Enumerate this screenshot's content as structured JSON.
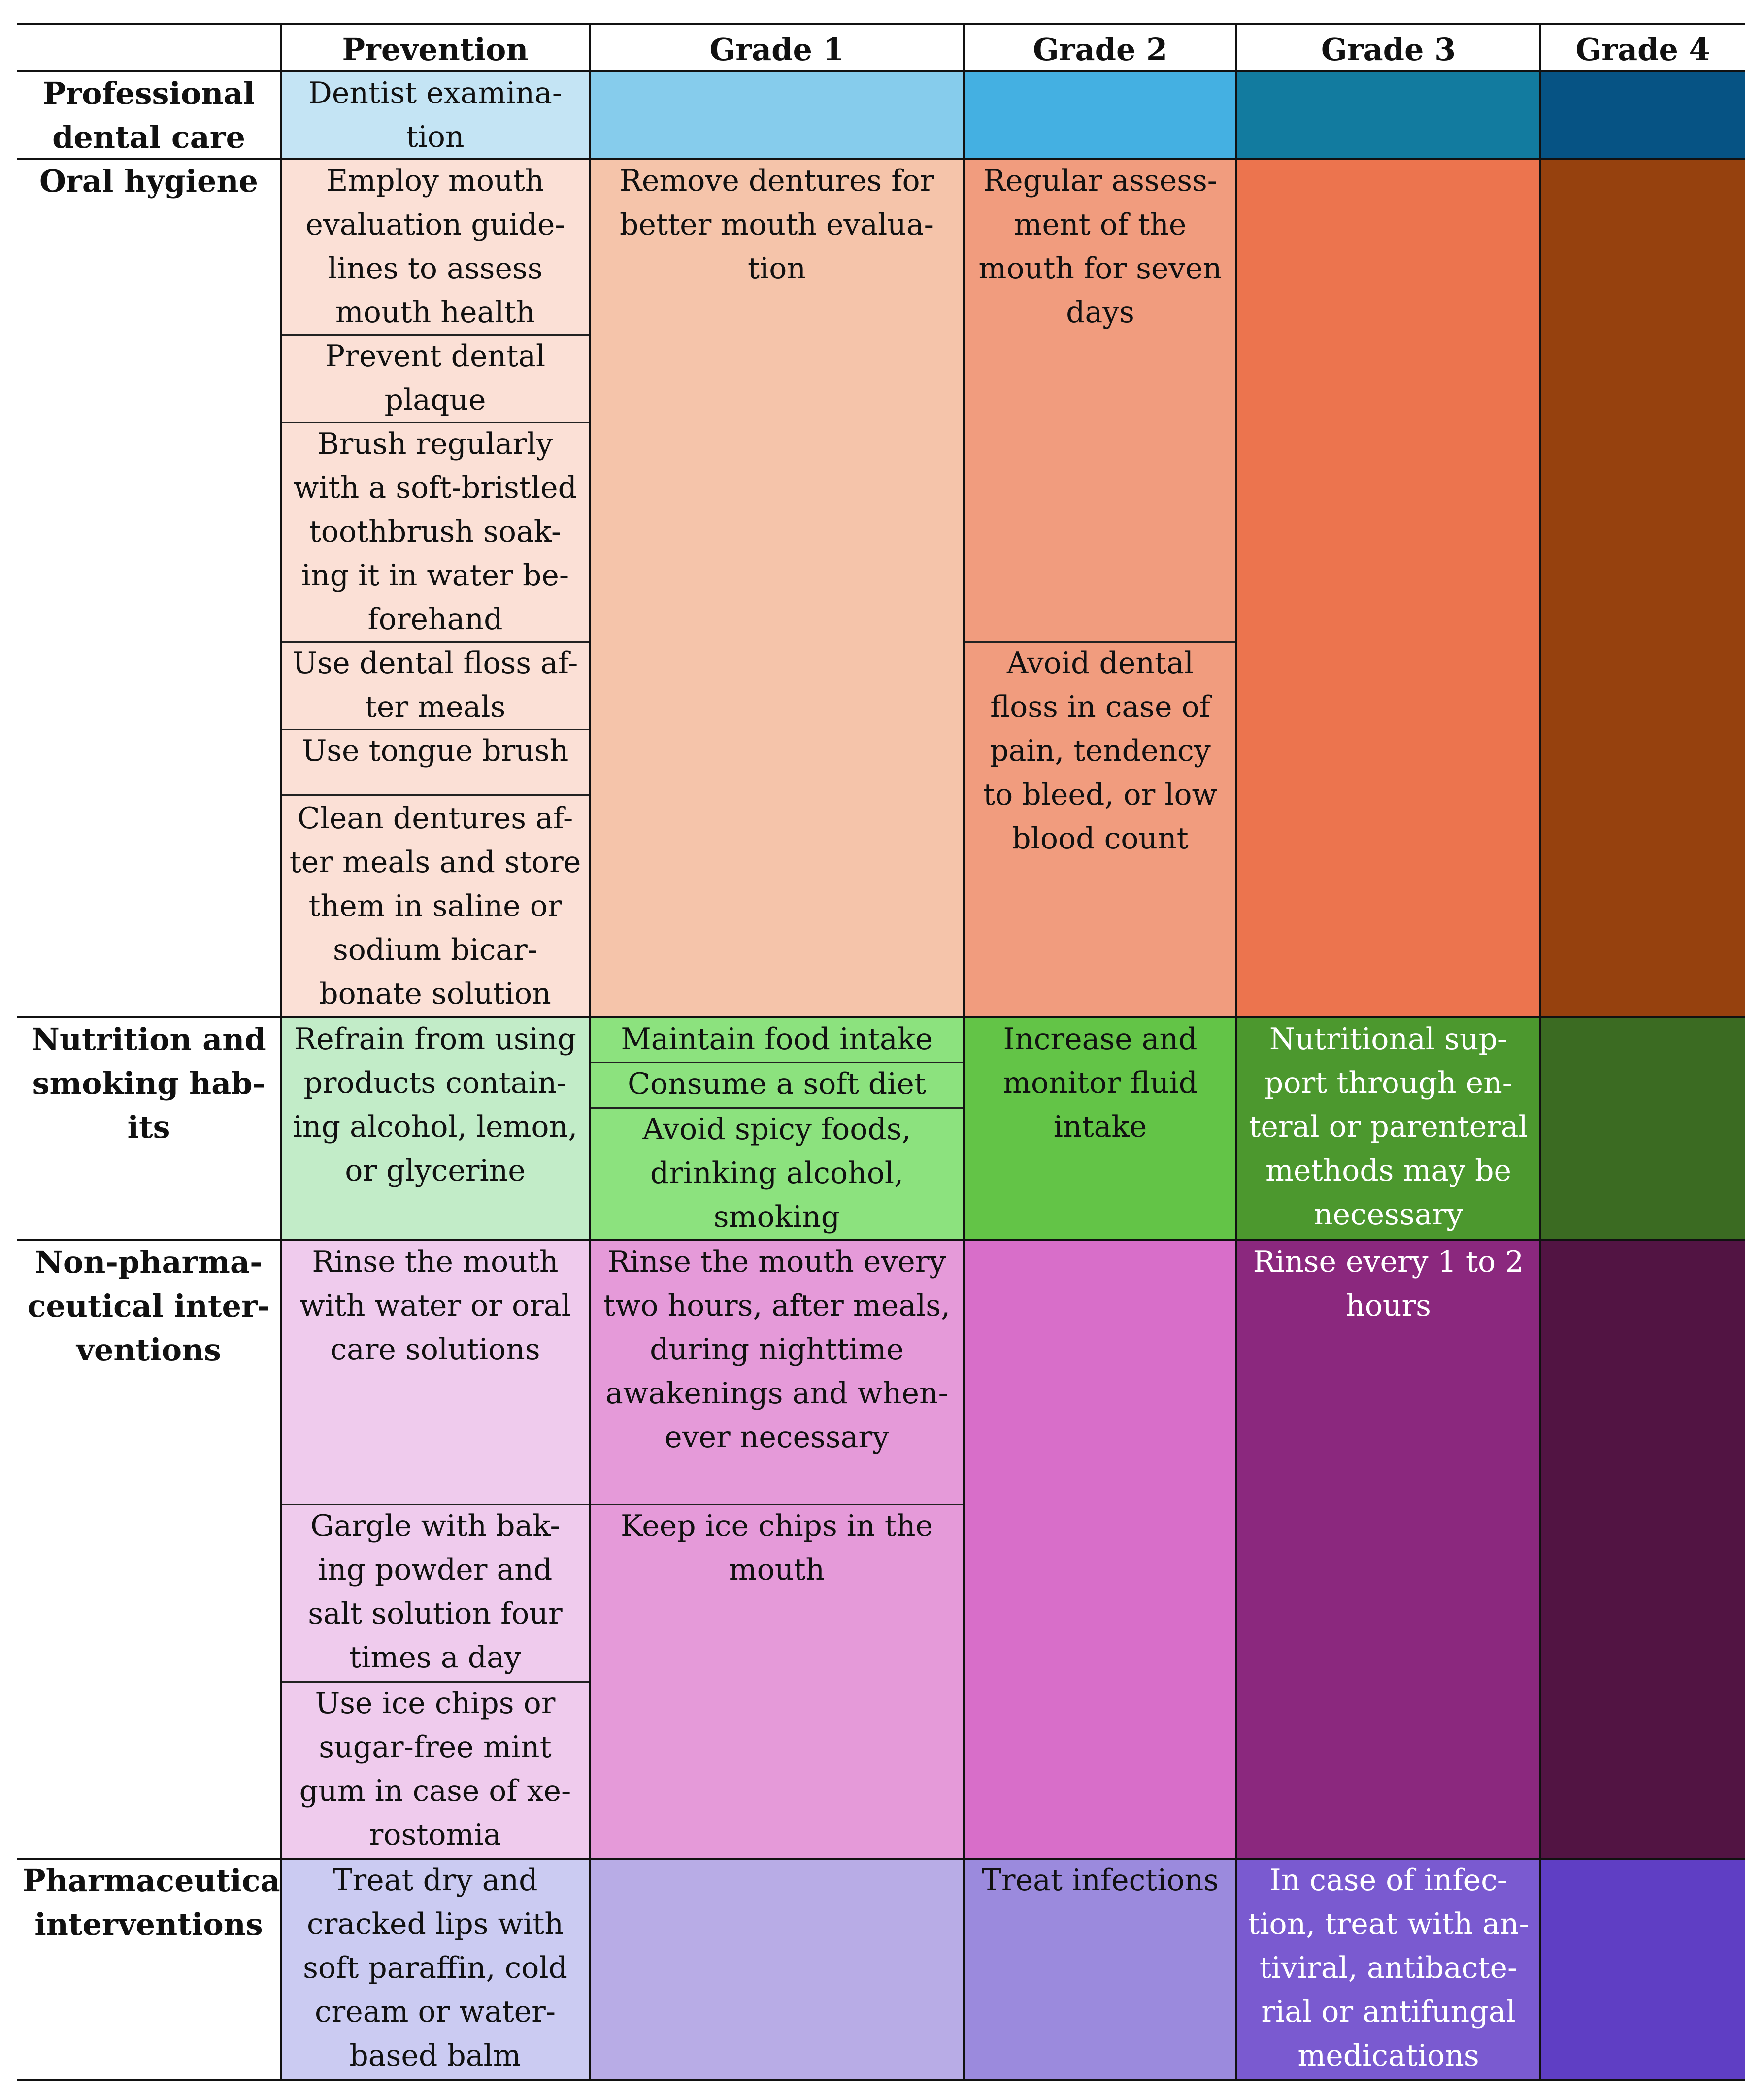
{
  "table": {
    "header": {
      "prevention": "Prevention",
      "grade1": "Grade 1",
      "grade2": "Grade 2",
      "grade3": "Grade 3",
      "grade4": "Grade 4"
    },
    "rows": {
      "professional": {
        "label": "Professional dental care",
        "prevention": "Dentist examina-\ntion"
      },
      "oral": {
        "label": "Oral hygiene",
        "prevention": [
          "Employ mouth\nevaluation guide-\nlines to assess\nmouth health",
          "Prevent dental\nplaque",
          "Brush regularly\nwith a soft-bristled\ntoothbrush soak-\ning it in water be-\nforehand",
          "Use dental floss af-\nter meals",
          "Use tongue brush",
          "Clean dentures af-\nter meals and store\nthem in saline or\nsodium bicar-\nbonate solution"
        ],
        "grade1": "Remove dentures for\nbetter mouth evalua-\ntion",
        "grade2": [
          "Regular assess-\nment of the\nmouth for seven\ndays",
          "Avoid dental\nfloss in case of\npain, tendency\nto bleed, or low\nblood count"
        ]
      },
      "nutrition": {
        "label": "Nutrition and\nsmoking hab-\nits",
        "prevention": "Refrain from using\nproducts contain-\ning alcohol, lemon,\nor glycerine",
        "grade1": [
          "Maintain food intake",
          "Consume a soft diet",
          "Avoid spicy foods,\ndrinking alcohol,\nsmoking"
        ],
        "grade2": "Increase and\nmonitor fluid\nintake",
        "grade3": "Nutritional sup-\nport through en-\nteral or parenteral\nmethods may be\nnecessary"
      },
      "nonpharma": {
        "label": "Non-pharma-\nceutical inter-\nventions",
        "prevention": [
          "Rinse the mouth\nwith water or oral\ncare solutions",
          "Gargle with bak-\ning powder and\nsalt solution four\ntimes a day",
          "Use ice chips or\nsugar-free mint\ngum in case of xe-\nrostomia"
        ],
        "grade1": [
          "Rinse the mouth every\ntwo hours, after meals,\nduring nighttime\nawakenings and when-\never necessary",
          "Keep ice chips in the\nmouth"
        ],
        "grade3": "Rinse every 1 to 2\nhours"
      },
      "pharma": {
        "label": "Pharmaceutical\ninterventions",
        "prevention": "Treat dry and\ncracked lips with\nsoft paraffin, cold\ncream or water-\nbased balm",
        "grade2": "Treat infections",
        "grade3": "In case of infec-\ntion, treat with an-\ntiviral, antibacte-\nrial or antifungal\nmedications"
      }
    }
  },
  "colors": {
    "professional": [
      "#c4e4f4",
      "#86ccec",
      "#44b0e2",
      "#127b9f",
      "#065384"
    ],
    "oral": [
      "#fbe0d6",
      "#f5c4aa",
      "#f19c7e",
      "#ec744e",
      "#96410e"
    ],
    "nutrition": [
      "#c2ecc8",
      "#8ce27e",
      "#63c447",
      "#4c982e",
      "#3b6b22"
    ],
    "nonpharma": [
      "#efcbed",
      "#e59ad9",
      "#d86ec9",
      "#8b287e",
      "#521443"
    ],
    "pharma": [
      "#cbcbf2",
      "#b8ace6",
      "#9b8add",
      "#7a5ad0",
      "#5f3ec4"
    ]
  }
}
